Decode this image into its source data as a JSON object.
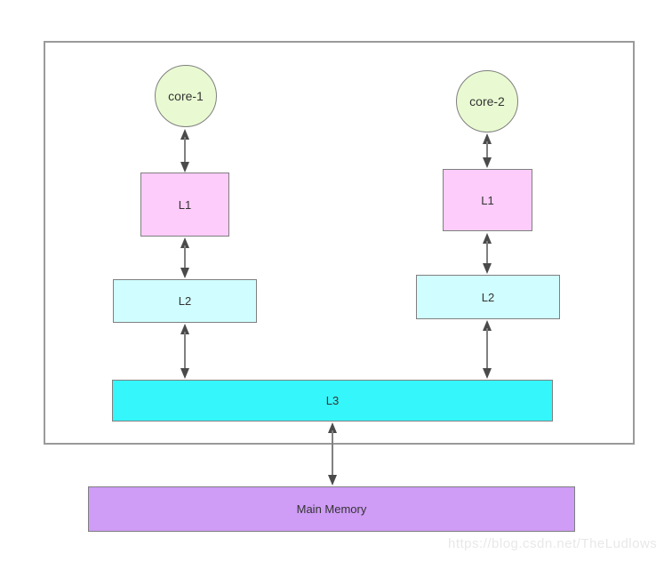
{
  "diagram": {
    "type": "cpu-cache-hierarchy",
    "nodes": {
      "core1": "core-1",
      "core2": "core-2",
      "l1_left": "L1",
      "l1_right": "L1",
      "l2_left": "L2",
      "l2_right": "L2",
      "l3": "L3",
      "main_memory": "Main Memory"
    },
    "edges": [
      {
        "from": "core1",
        "to": "l1_left",
        "style": "double-arrow"
      },
      {
        "from": "l1_left",
        "to": "l2_left",
        "style": "double-arrow"
      },
      {
        "from": "l2_left",
        "to": "l3",
        "style": "double-arrow"
      },
      {
        "from": "core2",
        "to": "l1_right",
        "style": "double-arrow"
      },
      {
        "from": "l1_right",
        "to": "l2_right",
        "style": "double-arrow"
      },
      {
        "from": "l2_right",
        "to": "l3",
        "style": "double-arrow"
      },
      {
        "from": "l3",
        "to": "main_memory",
        "style": "double-arrow"
      }
    ],
    "colors": {
      "core_fill": "#e9fad2",
      "l1_fill": "#fdccfa",
      "l2_fill": "#d0fdff",
      "l3_fill": "#35f6fa",
      "memory_fill": "#cf9cf6",
      "node_border": "#7f7f7f",
      "frame_border": "#9a9a9a",
      "arrow_line": "#808080",
      "arrow_head": "#4a4a4a",
      "watermark_text": "#e8e8e8"
    },
    "watermark": "https://blog.csdn.net/TheLudlows"
  }
}
